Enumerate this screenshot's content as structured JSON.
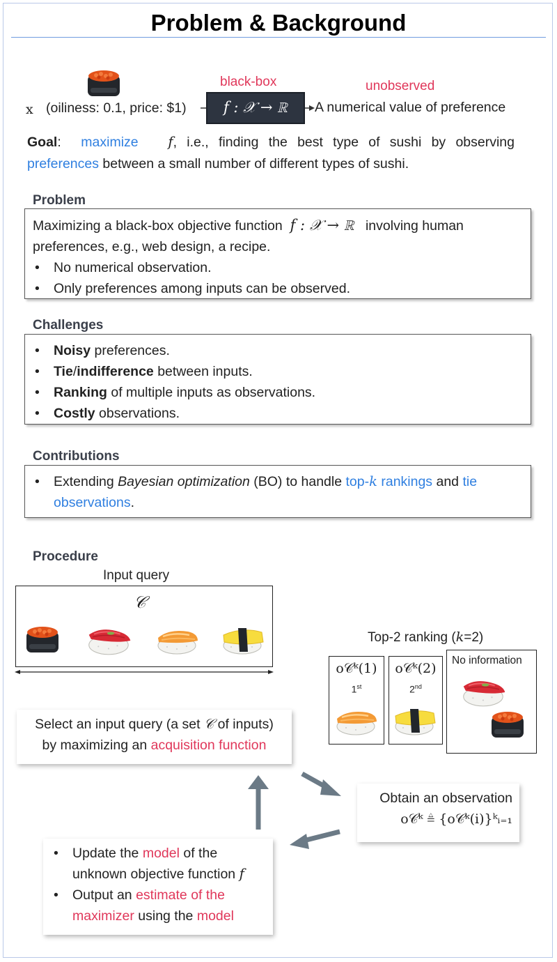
{
  "title": "Problem & Background",
  "header_diagram": {
    "blackbox_label": "black-box",
    "unobserved_label": "unobserved",
    "x_symbol": "x",
    "x_desc": "(oiliness: 0.1, price: $1)",
    "function_text": "f : 𝒳 → ℝ",
    "output_text": "A numerical value of preference"
  },
  "goal": {
    "label": "Goal",
    "colon": ":",
    "maximize": "maximize",
    "f": "f",
    "text1": ", i.e., finding the best type of sushi by observing",
    "preferences": "preferences",
    "text2": " between a small number of different types of sushi."
  },
  "problem": {
    "heading": "Problem",
    "line1_a": "Maximizing a black-box objective function",
    "line1_f": "f : 𝒳 → ℝ",
    "line1_b": "involving human",
    "line2": "preferences, e.g., web design, a recipe.",
    "bullets": [
      "No numerical observation.",
      "Only preferences among inputs can be observed."
    ]
  },
  "challenges": {
    "heading": "Challenges",
    "items": [
      {
        "bold": "Noisy",
        "rest": " preferences."
      },
      {
        "bold": "Tie",
        "mid": "/",
        "bold2": "indifference",
        "rest": " between inputs."
      },
      {
        "bold": "Ranking",
        "rest": " of multiple inputs as observations."
      },
      {
        "bold": "Costly",
        "rest": " observations."
      }
    ]
  },
  "contributions": {
    "heading": "Contributions",
    "pre": "Extending ",
    "bo_italic": "Bayesian optimization",
    "mid": " (BO) to handle ",
    "topk": "top-",
    "k": "k",
    "rankings": " rankings",
    "and": " and ",
    "tie": "tie",
    "observations": "observations",
    "end": "."
  },
  "procedure": {
    "heading": "Procedure",
    "input_query": "Input query",
    "c_symbol": "𝒞",
    "top2_label": "Top-2 ranking (",
    "top2_k": "k",
    "top2_end": "=2)",
    "rank1": "o𝒞ᵏ(1)",
    "rank2": "o𝒞ᵏ(2)",
    "first": "1",
    "first_sup": "st",
    "second": "2",
    "second_sup": "nd",
    "no_info": "No information",
    "select_line1_a": "Select an input query (a set ",
    "select_c": "𝒞",
    "select_line1_b": " of inputs)",
    "select_line2_a": "by maximizing an ",
    "acquisition": "acquisition function",
    "obtain_label": "Obtain an observation",
    "obtain_formula": "o𝒞ᵏ ≜ {o𝒞ᵏ(i)}ᵏᵢ₌₁",
    "update_a": "Update the ",
    "update_model": "model",
    "update_b": " of the",
    "update_c": "unknown objective function ",
    "update_f": "f",
    "output_a": "Output an ",
    "output_estimate": "estimate of the",
    "output_maximizer": "maximizer",
    "output_b": " using the ",
    "output_model": "model"
  },
  "colors": {
    "accent_blue": "#2f7fe0",
    "accent_red": "#e0375a",
    "blackbox_bg": "#2d3440",
    "arrow_gray": "#6b7a86"
  }
}
